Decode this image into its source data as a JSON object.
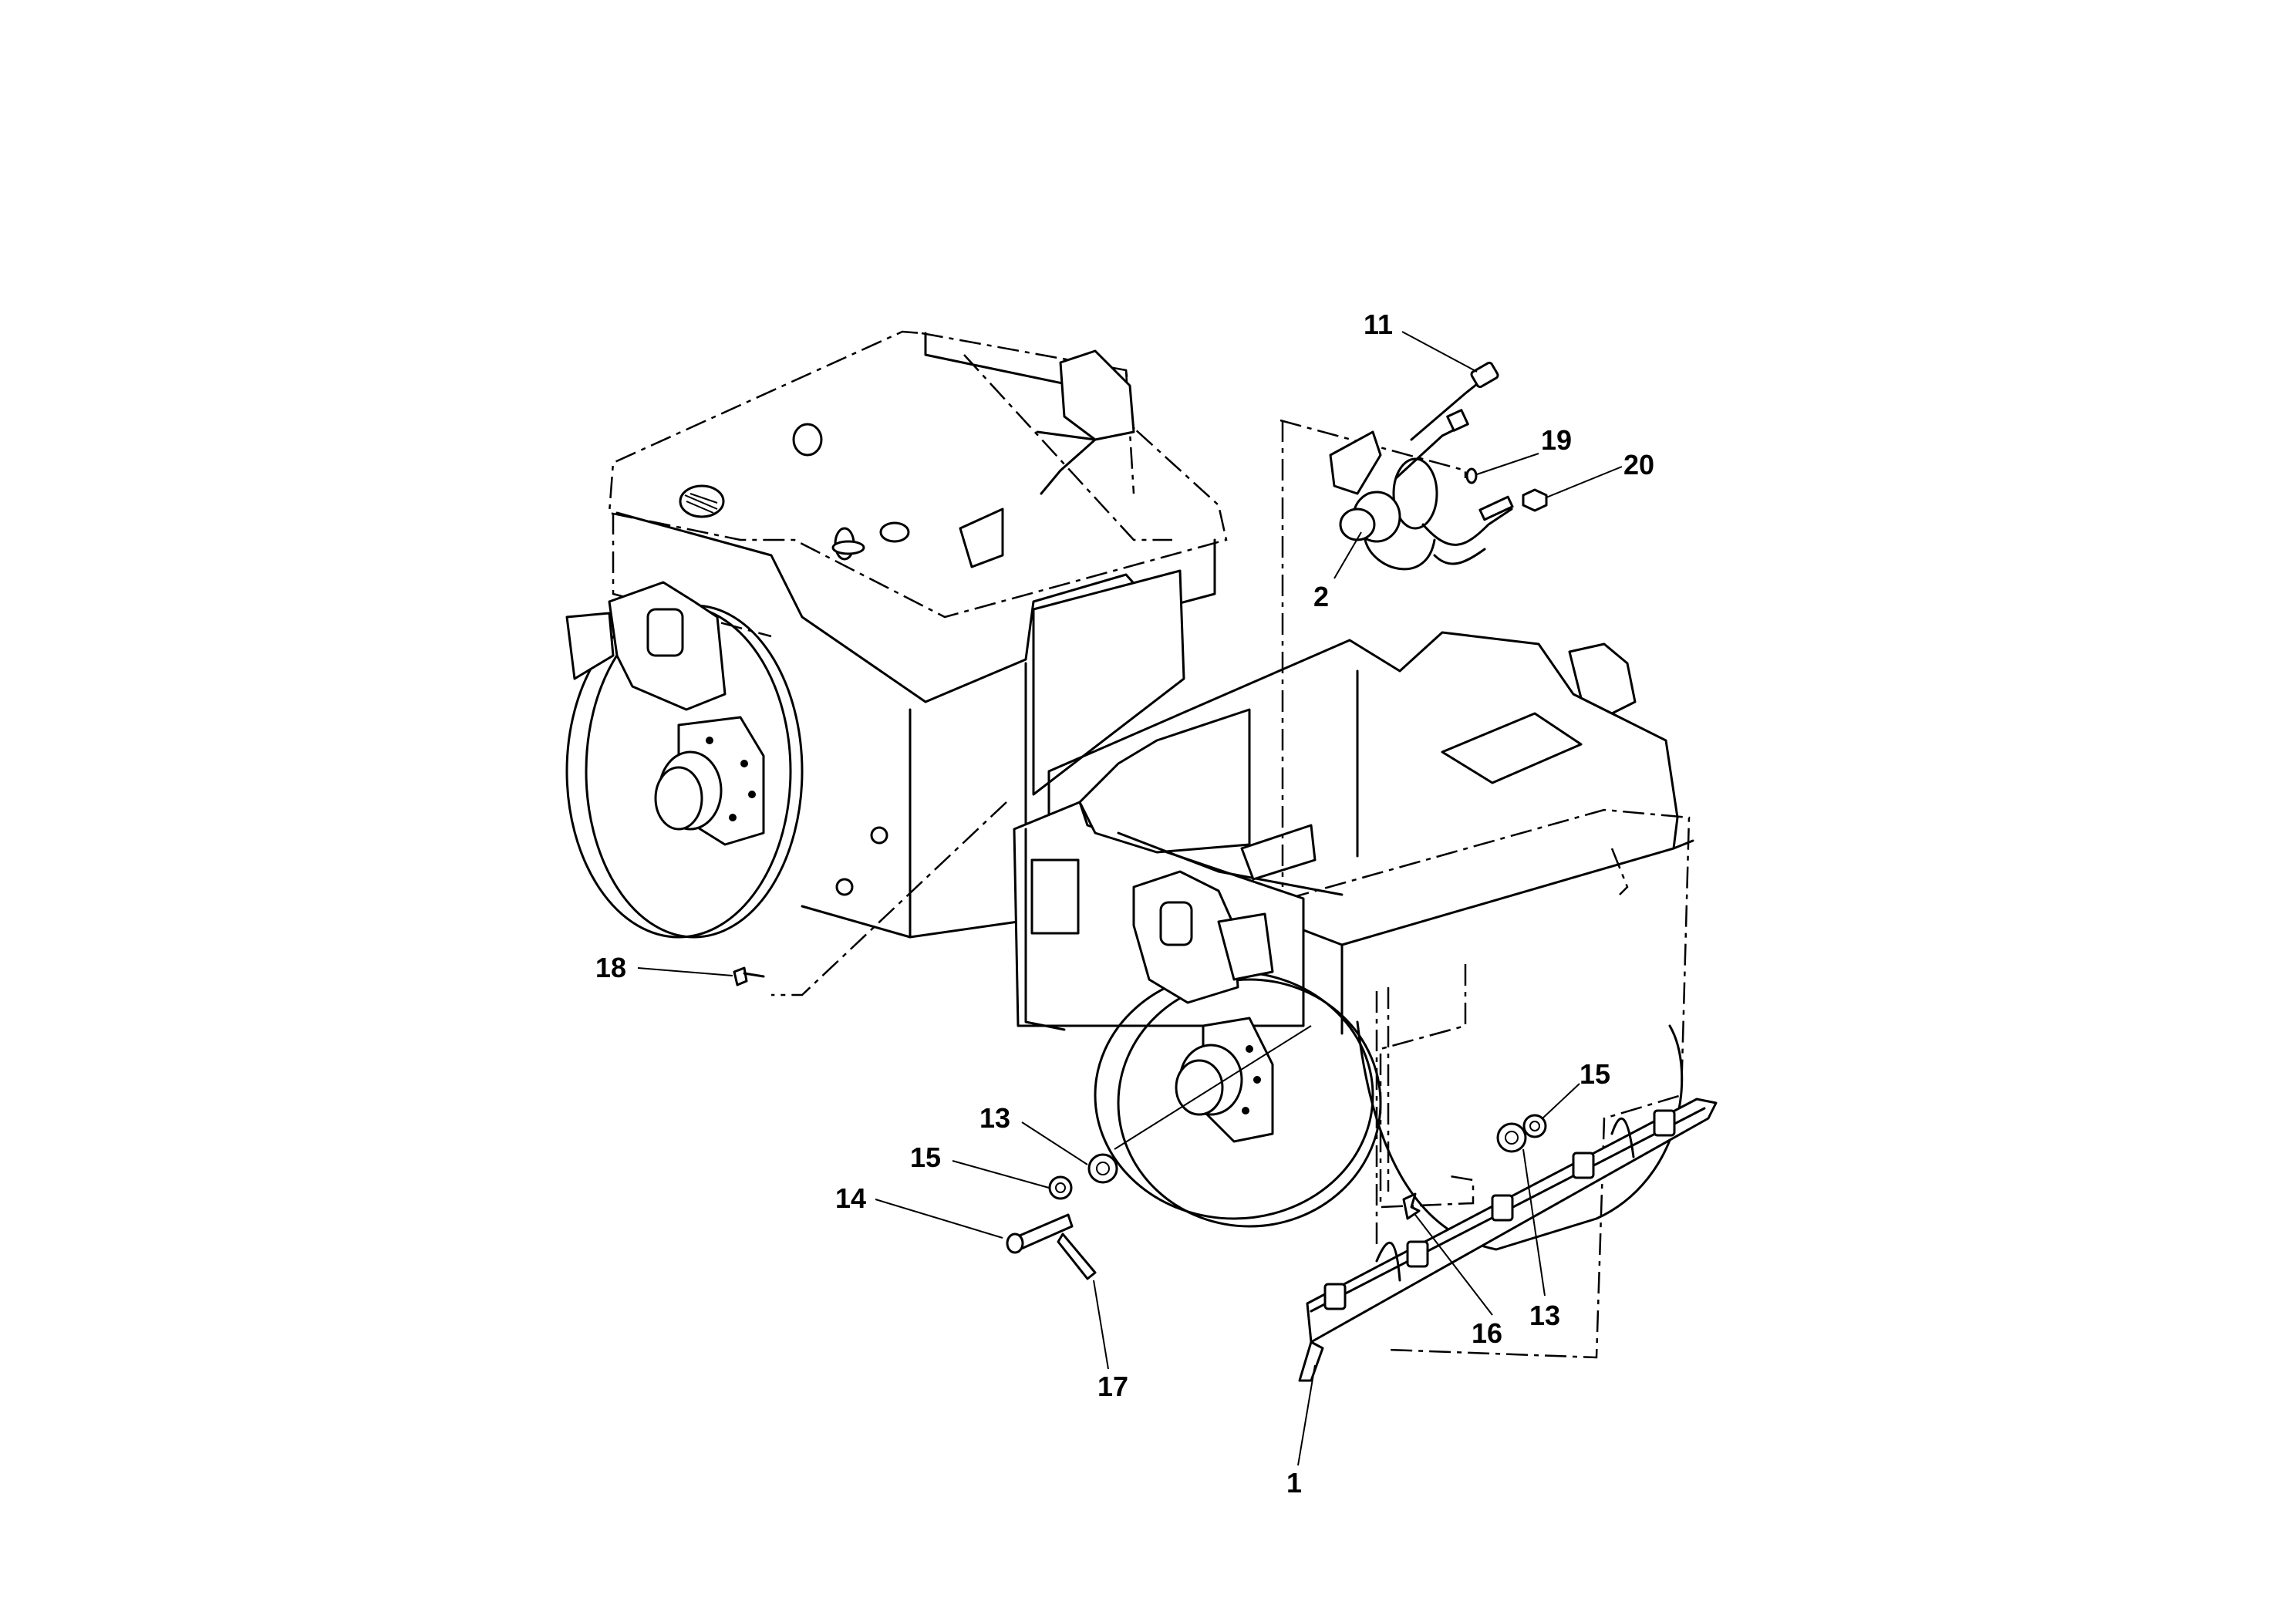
{
  "callouts": [
    {
      "id": "c11",
      "label": "11"
    },
    {
      "id": "c19",
      "label": "19"
    },
    {
      "id": "c20",
      "label": "20"
    },
    {
      "id": "c2",
      "label": "2"
    },
    {
      "id": "c18",
      "label": "18"
    },
    {
      "id": "c13a",
      "label": "13"
    },
    {
      "id": "c15a",
      "label": "15"
    },
    {
      "id": "c14",
      "label": "14"
    },
    {
      "id": "c17",
      "label": "17"
    },
    {
      "id": "c15b",
      "label": "15"
    },
    {
      "id": "c13b",
      "label": "13"
    },
    {
      "id": "c16",
      "label": "16"
    },
    {
      "id": "c1",
      "label": "1"
    }
  ]
}
